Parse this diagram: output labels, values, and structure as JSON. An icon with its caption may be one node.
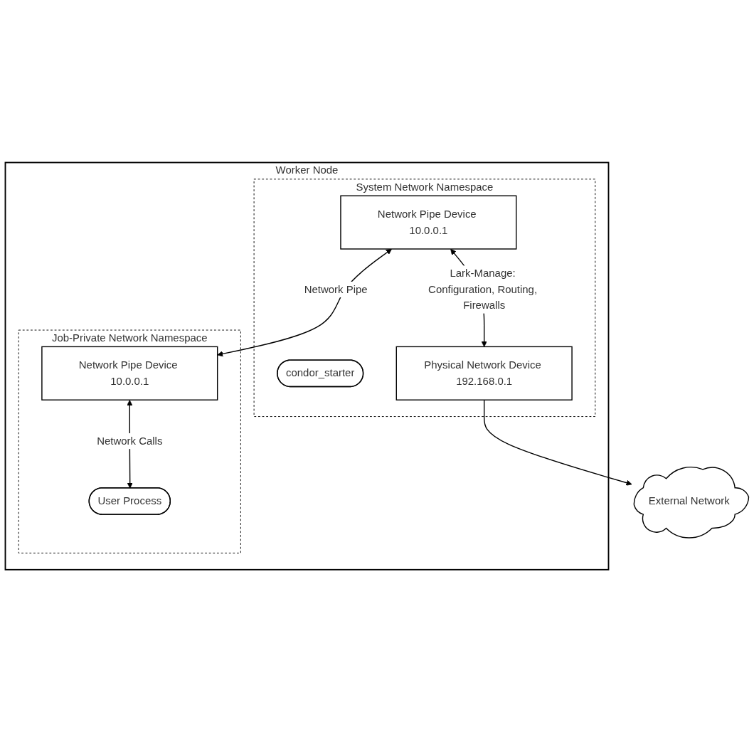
{
  "diagram": {
    "nodes": [
      {
        "text": [
          "Worker Node"
        ]
      },
      {
        "text": [
          "System Network Namespace"
        ],
        "in": 0
      },
      {
        "text": [
          "Job-Private Network Namespace"
        ],
        "in": 0
      },
      {
        "text": [
          "condor_starter"
        ],
        "in": 1
      },
      {
        "text": [
          "Network Pipe Device 10.0.0.1"
        ],
        "in": 1
      },
      {
        "text": [
          "Physical Network Device 192.168.0.1"
        ],
        "in": 1
      },
      {
        "text": [
          "Network Pipe Device 10.0.0.1"
        ],
        "in": 2
      },
      {
        "text": [
          "User Process"
        ],
        "in": 2
      },
      {
        "text": [
          "External Network"
        ]
      }
    ],
    "edges": [
      {
        "from": 4,
        "to": 6,
        "arrow": "both",
        "label": "Network Pipe"
      },
      {
        "from": 4,
        "to": 5,
        "arrow": "both",
        "label": "Lark-Manage: Configuration, Routing, Firewalls"
      },
      {
        "from": 6,
        "to": 7,
        "arrow": "both",
        "label": "Network Calls"
      },
      {
        "from": 5,
        "to": 8,
        "arrow": "to"
      }
    ]
  }
}
